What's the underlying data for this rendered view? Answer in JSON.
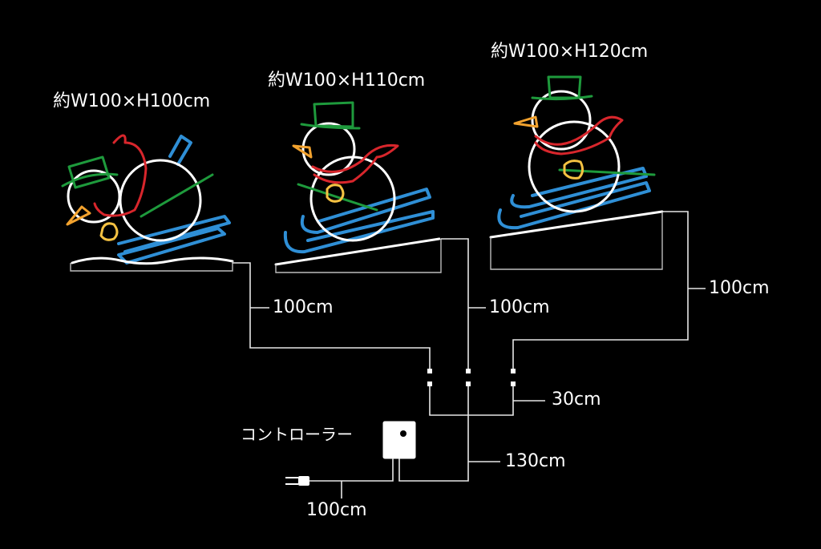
{
  "motifs": [
    {
      "size_label": "約W100×H100cm"
    },
    {
      "size_label": "約W100×H110cm"
    },
    {
      "size_label": "約W100×H120cm"
    }
  ],
  "cables": {
    "left_lead": "100cm",
    "middle_lead": "100cm",
    "right_lead": "100cm",
    "junction": "30cm",
    "main": "130cm",
    "plug": "100cm"
  },
  "controller": {
    "label": "コントローラー"
  },
  "colors": {
    "background": "#000000",
    "outline": "#ffffff",
    "hat": "#1e9a3c",
    "scarf": "#d8262c",
    "nose": "#f2a22e",
    "mitten": "#f5c242",
    "skis": "#2f8fd6"
  }
}
